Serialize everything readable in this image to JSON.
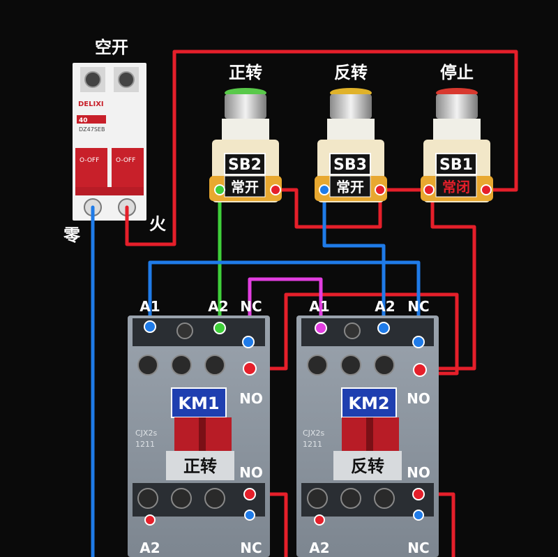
{
  "breaker": {
    "title": "空开",
    "brand": "DELIXI",
    "rating": "40",
    "model": "DZ47SEB",
    "off_label_1": "O-OFF",
    "off_label_2": "O-OFF"
  },
  "line_labels": {
    "neutral": "零",
    "live": "火"
  },
  "buttons": [
    {
      "title": "正转",
      "code": "SB2",
      "contact": "常开",
      "cap_color": "#59c94a"
    },
    {
      "title": "反转",
      "code": "SB3",
      "contact": "常开",
      "cap_color": "#e0b22a"
    },
    {
      "title": "停止",
      "code": "SB1",
      "contact": "常闭",
      "cap_color": "#d8392f"
    }
  ],
  "contactors": [
    {
      "name": "KM1",
      "direction": "正转",
      "model": "CJX2s",
      "model_no": "1211",
      "top_terms": [
        "A1",
        "A2",
        "NC"
      ],
      "side_no": "NO",
      "bottom_no": "NO",
      "bottom_terms": [
        "A2",
        "NC"
      ]
    },
    {
      "name": "KM2",
      "direction": "反转",
      "model": "CJX2s",
      "model_no": "1211",
      "top_terms": [
        "A1",
        "A2",
        "NC"
      ],
      "side_no": "NO",
      "bottom_no": "NO",
      "bottom_terms": [
        "A2",
        "NC"
      ]
    }
  ],
  "colors": {
    "live": "#e51f2a",
    "neutral": "#1f7be8",
    "green_wire": "#3fcf3a",
    "magenta_wire": "#e23ee0",
    "background": "#0a0a0a"
  }
}
